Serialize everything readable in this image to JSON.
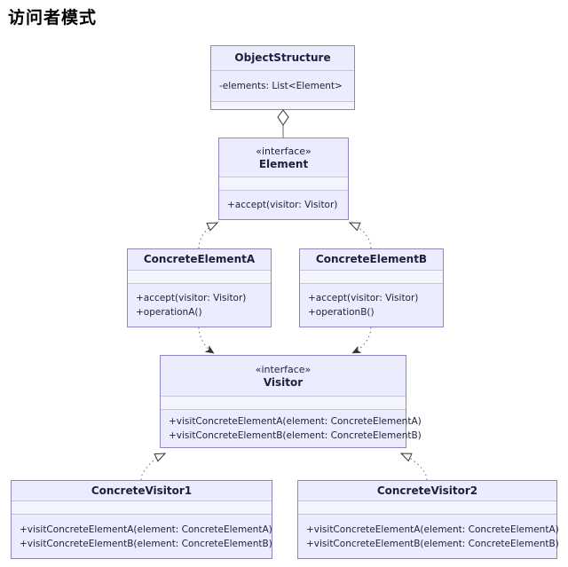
{
  "page": {
    "title": "访问者模式"
  },
  "colors": {
    "background": "#FFFFFF",
    "box_fill": "#ECECFF",
    "empty_compartment_fill": "#F4F4FC",
    "box_border": "#9370DB",
    "divider": "#C5C5DD",
    "edge": "#666666",
    "arrowhead_outline": "#333333",
    "text": "#1F1F3D",
    "title_text": "#000000"
  },
  "classes": {
    "object_structure": {
      "name": "ObjectStructure",
      "fields": [
        "-elements: List<Element>"
      ],
      "methods": []
    },
    "element": {
      "stereotype": "«interface»",
      "name": "Element",
      "fields": [],
      "methods": [
        "+accept(visitor: Visitor)"
      ]
    },
    "concrete_element_a": {
      "name": "ConcreteElementA",
      "fields": [],
      "methods": [
        "+accept(visitor: Visitor)",
        "+operationA()"
      ]
    },
    "concrete_element_b": {
      "name": "ConcreteElementB",
      "fields": [],
      "methods": [
        "+accept(visitor: Visitor)",
        "+operationB()"
      ]
    },
    "visitor": {
      "stereotype": "«interface»",
      "name": "Visitor",
      "fields": [],
      "methods": [
        "+visitConcreteElementA(element: ConcreteElementA)",
        "+visitConcreteElementB(element: ConcreteElementB)"
      ]
    },
    "concrete_visitor_1": {
      "name": "ConcreteVisitor1",
      "fields": [],
      "methods": [
        "+visitConcreteElementA(element: ConcreteElementA)",
        "+visitConcreteElementB(element: ConcreteElementB)"
      ]
    },
    "concrete_visitor_2": {
      "name": "ConcreteVisitor2",
      "fields": [],
      "methods": [
        "+visitConcreteElementA(element: ConcreteElementA)",
        "+visitConcreteElementB(element: ConcreteElementB)"
      ]
    }
  },
  "relationships": [
    {
      "from": "ObjectStructure",
      "to": "Element",
      "type": "aggregation"
    },
    {
      "from": "ConcreteElementA",
      "to": "Element",
      "type": "realization"
    },
    {
      "from": "ConcreteElementB",
      "to": "Element",
      "type": "realization"
    },
    {
      "from": "ConcreteElementA",
      "to": "Visitor",
      "type": "dependency"
    },
    {
      "from": "ConcreteElementB",
      "to": "Visitor",
      "type": "dependency"
    },
    {
      "from": "ConcreteVisitor1",
      "to": "Visitor",
      "type": "realization"
    },
    {
      "from": "ConcreteVisitor2",
      "to": "Visitor",
      "type": "realization"
    }
  ]
}
